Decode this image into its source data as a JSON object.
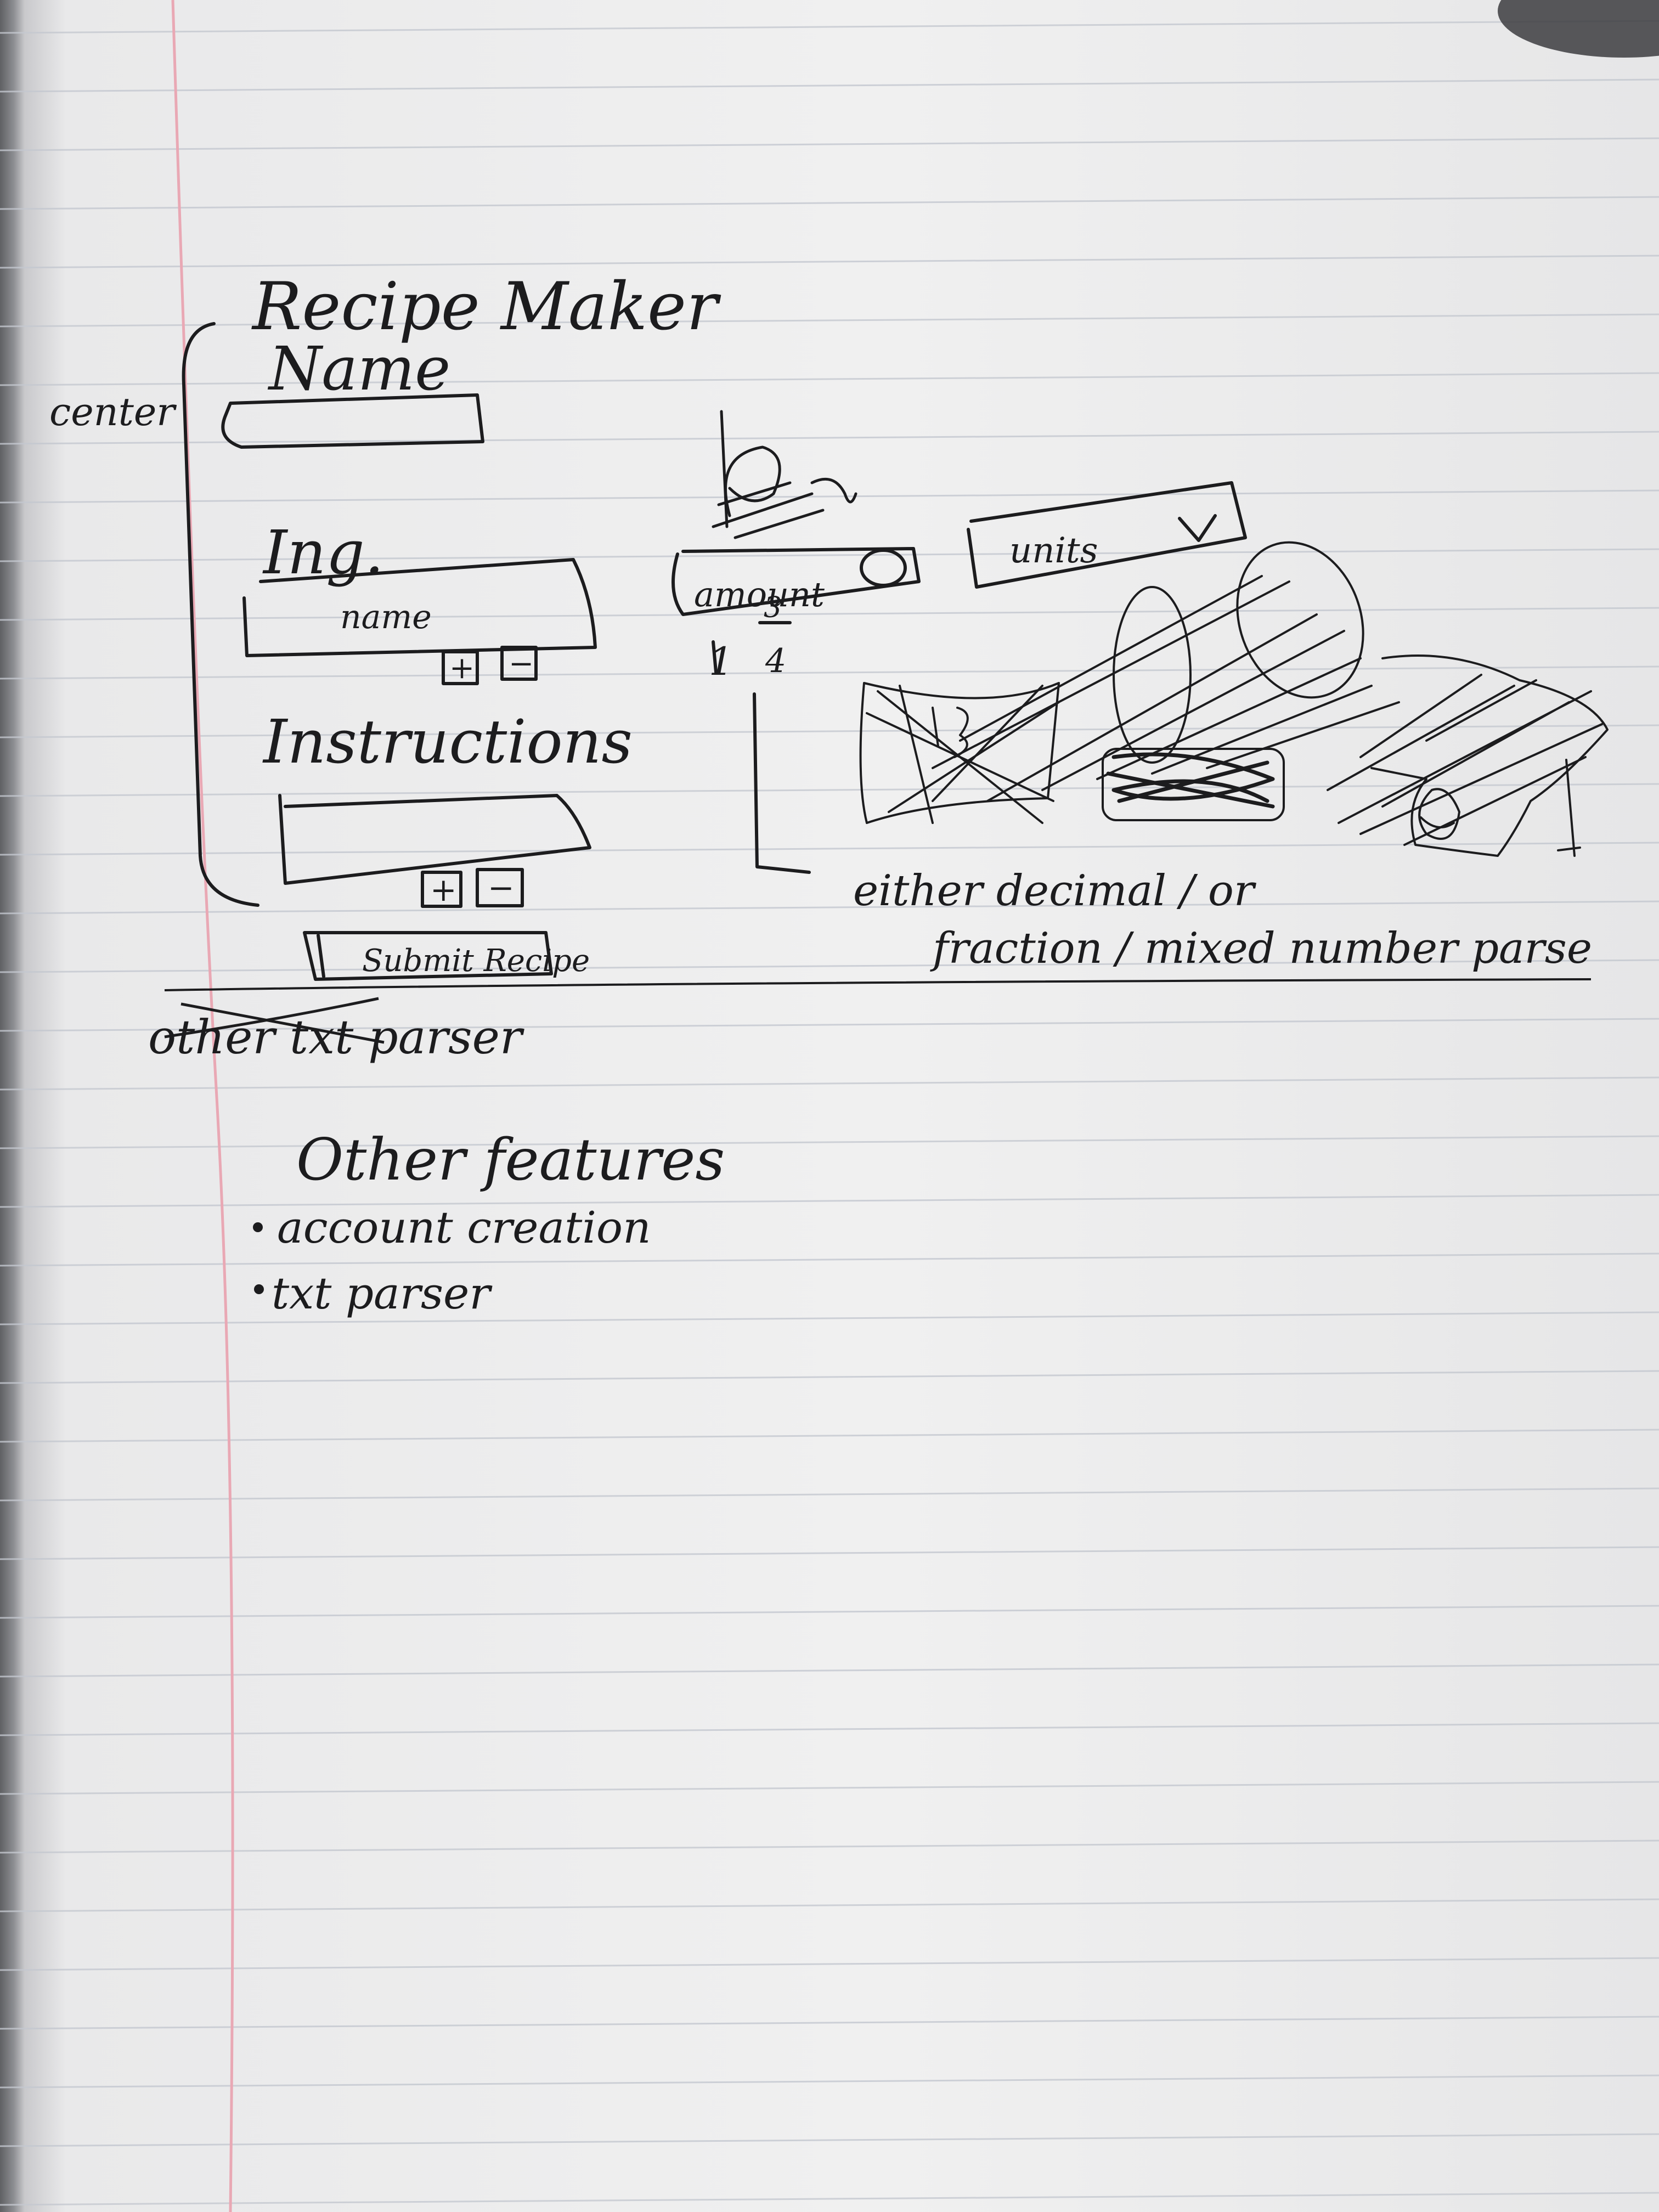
{
  "sketch": {
    "title": "Recipe Maker",
    "name_label": "Name",
    "center_note": "center",
    "ingredients_label": "Ing.",
    "ingredient_name_placeholder": "name",
    "plus": "+",
    "minus": "−",
    "instructions_label": "Instructions",
    "submit_label": "Submit Recipe",
    "amount_label": "amount",
    "units_label": "units",
    "fraction_whole": "1",
    "fraction_num": "3",
    "fraction_den": "4",
    "parse_note_line1": "either decimal / or",
    "parse_note_line2": "fraction / mixed number parse",
    "struck_note": "other txt parser",
    "other_features_heading": "Other features",
    "features": [
      "account creation",
      "txt parser"
    ]
  },
  "colors": {
    "ink": "#1c1c1e",
    "paper": "#efefef",
    "rule_line": "#c4c8d0",
    "margin_line": "#e9a8b4"
  }
}
